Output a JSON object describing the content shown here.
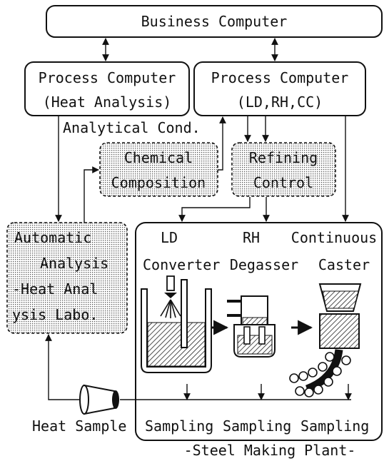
{
  "boxes": {
    "business": "Business  Computer",
    "pc_heat_l1": "Process Computer",
    "pc_heat_l2": "(Heat Analysis)",
    "pc_ld_l1": "Process Computer",
    "pc_ld_l2": "(LD,RH,CC)",
    "chem_l1": "Chemical",
    "chem_l2": "Composition",
    "refine_l1": "Refining",
    "refine_l2": "Control",
    "auto_l1": "Automatic",
    "auto_l2": "Analysis",
    "auto_l3": "-Heat Anal",
    "auto_l4": "ysis Labo."
  },
  "labels": {
    "analytical_cond": "Analytical Cond.",
    "heat_sample": "Heat Sample",
    "plant_title": "-Steel Making Plant-"
  },
  "plant": {
    "ld_l1": "LD",
    "ld_l2": "Converter",
    "rh_l1": "RH",
    "rh_l2": "Degasser",
    "cc_l1": "Continuous",
    "cc_l2": "Caster",
    "sampling_ld": "Sampling",
    "sampling_rh": "Sampling",
    "sampling_cc": "Sampling"
  }
}
